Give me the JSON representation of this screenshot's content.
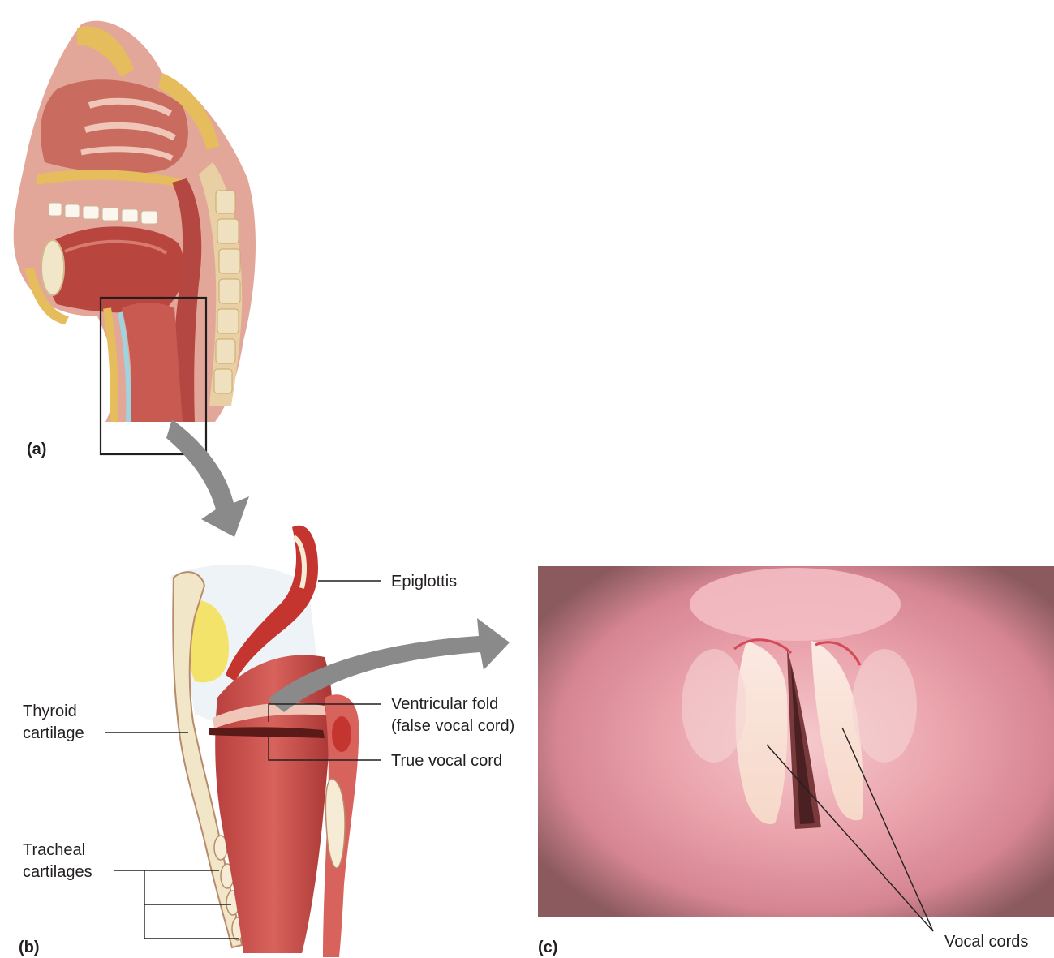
{
  "panels": {
    "a": "(a)",
    "b": "(b)",
    "c": "(c)"
  },
  "labels": {
    "epiglottis": "Epiglottis",
    "ventricular_fold_1": "Ventricular fold",
    "ventricular_fold_2": "(false vocal cord)",
    "true_vocal_cord": "True vocal cord",
    "thyroid_1": "Thyroid",
    "thyroid_2": "cartilage",
    "tracheal_1": "Tracheal",
    "tracheal_2": "cartilages",
    "vocal_cords": "Vocal cords"
  },
  "colors": {
    "tissue": "#c9504f",
    "tissue_light": "#e8a09a",
    "cartilage": "#f2e6c9",
    "bone": "#e0b552",
    "yellow": "#f4e36a",
    "arrow": "#8a8a8a",
    "photo_pink": "#e79aa4"
  }
}
